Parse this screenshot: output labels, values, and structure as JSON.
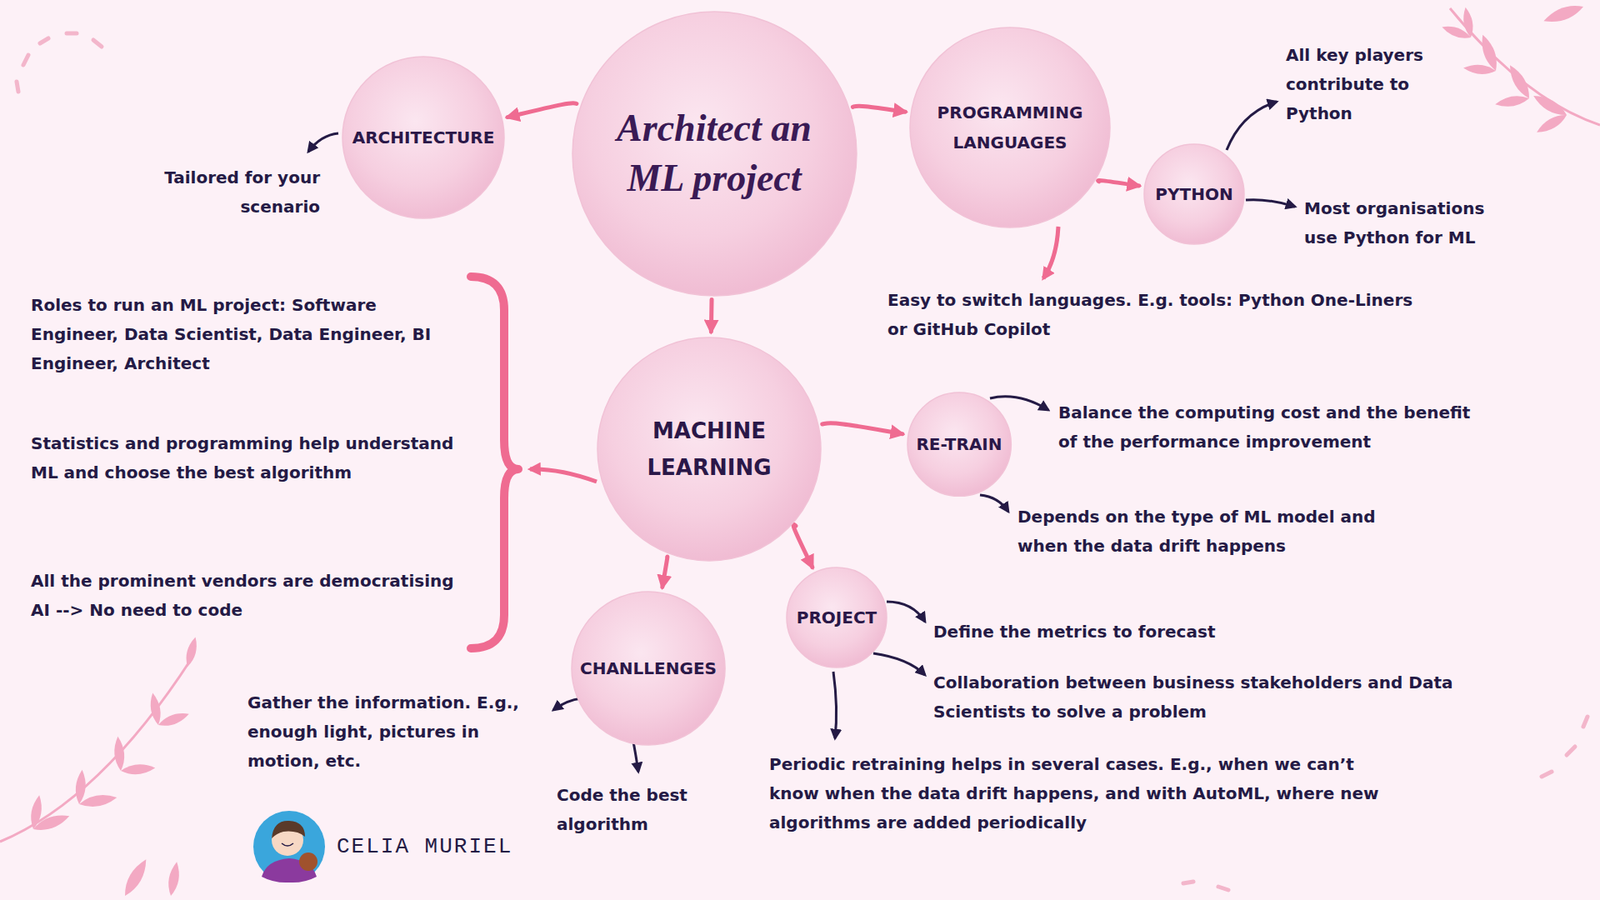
{
  "diagram": {
    "nodes": [
      {
        "text": [
          "Architect an ML project"
        ]
      },
      {
        "text": [
          "ARCHITECTURE"
        ]
      },
      {
        "text": [
          "PROGRAMMING LANGUAGES"
        ]
      },
      {
        "text": [
          "PYTHON"
        ]
      },
      {
        "text": [
          "MACHINE LEARNING"
        ]
      },
      {
        "text": [
          "RE-TRAIN"
        ]
      },
      {
        "text": [
          "PROJECT"
        ]
      },
      {
        "text": [
          "CHANLLENGES"
        ]
      }
    ],
    "edges": [
      {
        "from": 0,
        "to": 1,
        "arrow": "to"
      },
      {
        "from": 0,
        "to": 2,
        "arrow": "to"
      },
      {
        "from": 0,
        "to": 4,
        "arrow": "to"
      },
      {
        "from": 2,
        "to": 3,
        "arrow": "to"
      },
      {
        "from": 4,
        "to": 5,
        "arrow": "to"
      },
      {
        "from": 4,
        "to": 6,
        "arrow": "to"
      },
      {
        "from": 4,
        "to": 7,
        "arrow": "to"
      }
    ],
    "labels": [
      "Tailored for your scenario",
      "All key players contribute to Python",
      "Most organisations use Python for ML",
      "Easy to switch languages. E.g. tools: Python One-Liners or GitHub Copilot",
      "Roles to run an ML project: Software Engineer, Data Scientist, Data Engineer, BI Engineer, Architect",
      "Statistics and programming help understand ML and choose the best algorithm",
      "All the prominent vendors are democratising AI --> No need to code",
      "Balance the computing cost and the benefit of the performance improvement",
      "Depends on the type of ML model and when the data drift happens",
      "Define the metrics to forecast",
      "Collaboration between business stakeholders and Data Scientists to solve a problem",
      "Periodic retraining helps in several cases. E.g., when we can’t know when the data drift happens, and with AutoML, where new algorithms are added periodically",
      "Gather the information. E.g., enough light, pictures in motion, etc.",
      "Code the best algorithm",
      "CELIA MURIEL"
    ]
  }
}
